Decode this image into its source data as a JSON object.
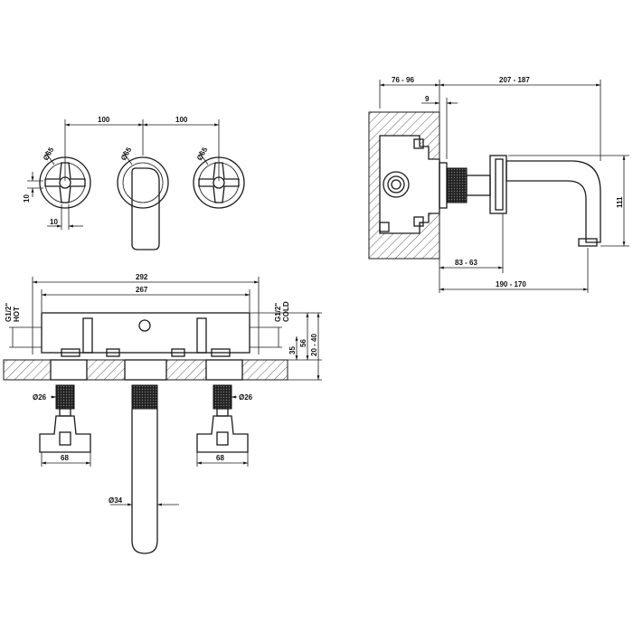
{
  "front_view": {
    "spacing_left": "100",
    "spacing_right": "100",
    "dia_left": "Ø65",
    "dia_center": "Ø65",
    "dia_right": "Ø65",
    "dim_10_vertical": "10",
    "dim_10_horizontal": "10"
  },
  "plan_view": {
    "width_total": "292",
    "width_inner": "267",
    "hot_label": "G1/2\"",
    "hot_sub": "HOT",
    "cold_label": "G1/2\"",
    "cold_sub": "COLD",
    "dim_35": "35",
    "dim_56": "56",
    "dim_20_40": "20 - 40",
    "dia_26_left": "Ø26",
    "dia_26_right": "Ø26",
    "width_68_left": "68",
    "width_68_right": "68",
    "dia_34": "Ø34"
  },
  "side_view": {
    "dim_76_96": "76 - 96",
    "dim_207_187": "207 - 187",
    "dim_9": "9",
    "dim_111": "111",
    "dim_83_63": "83 - 63",
    "dim_190_170": "190 - 170"
  }
}
